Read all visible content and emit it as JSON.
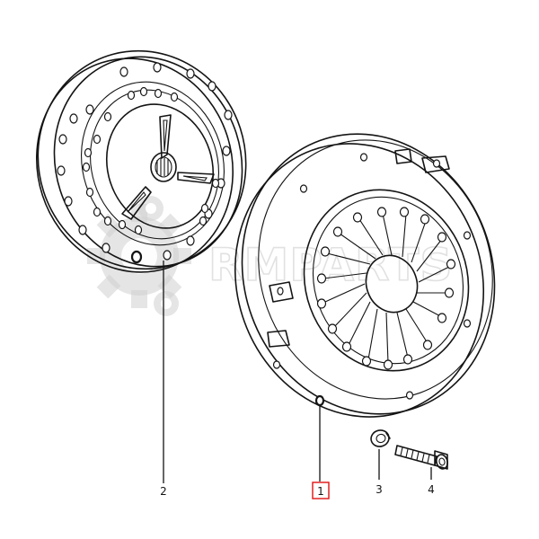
{
  "diagram": {
    "watermark_text": "RMPARTS",
    "callouts": [
      {
        "id": "part-1",
        "label": "1",
        "highlighted": true
      },
      {
        "id": "part-2",
        "label": "2",
        "highlighted": false
      },
      {
        "id": "part-3",
        "label": "3",
        "highlighted": false
      },
      {
        "id": "part-4",
        "label": "4",
        "highlighted": false
      }
    ],
    "colors": {
      "line": "#141414",
      "highlight_box": "#e01010",
      "watermark": "#c9c9c9",
      "background": "#ffffff"
    }
  }
}
